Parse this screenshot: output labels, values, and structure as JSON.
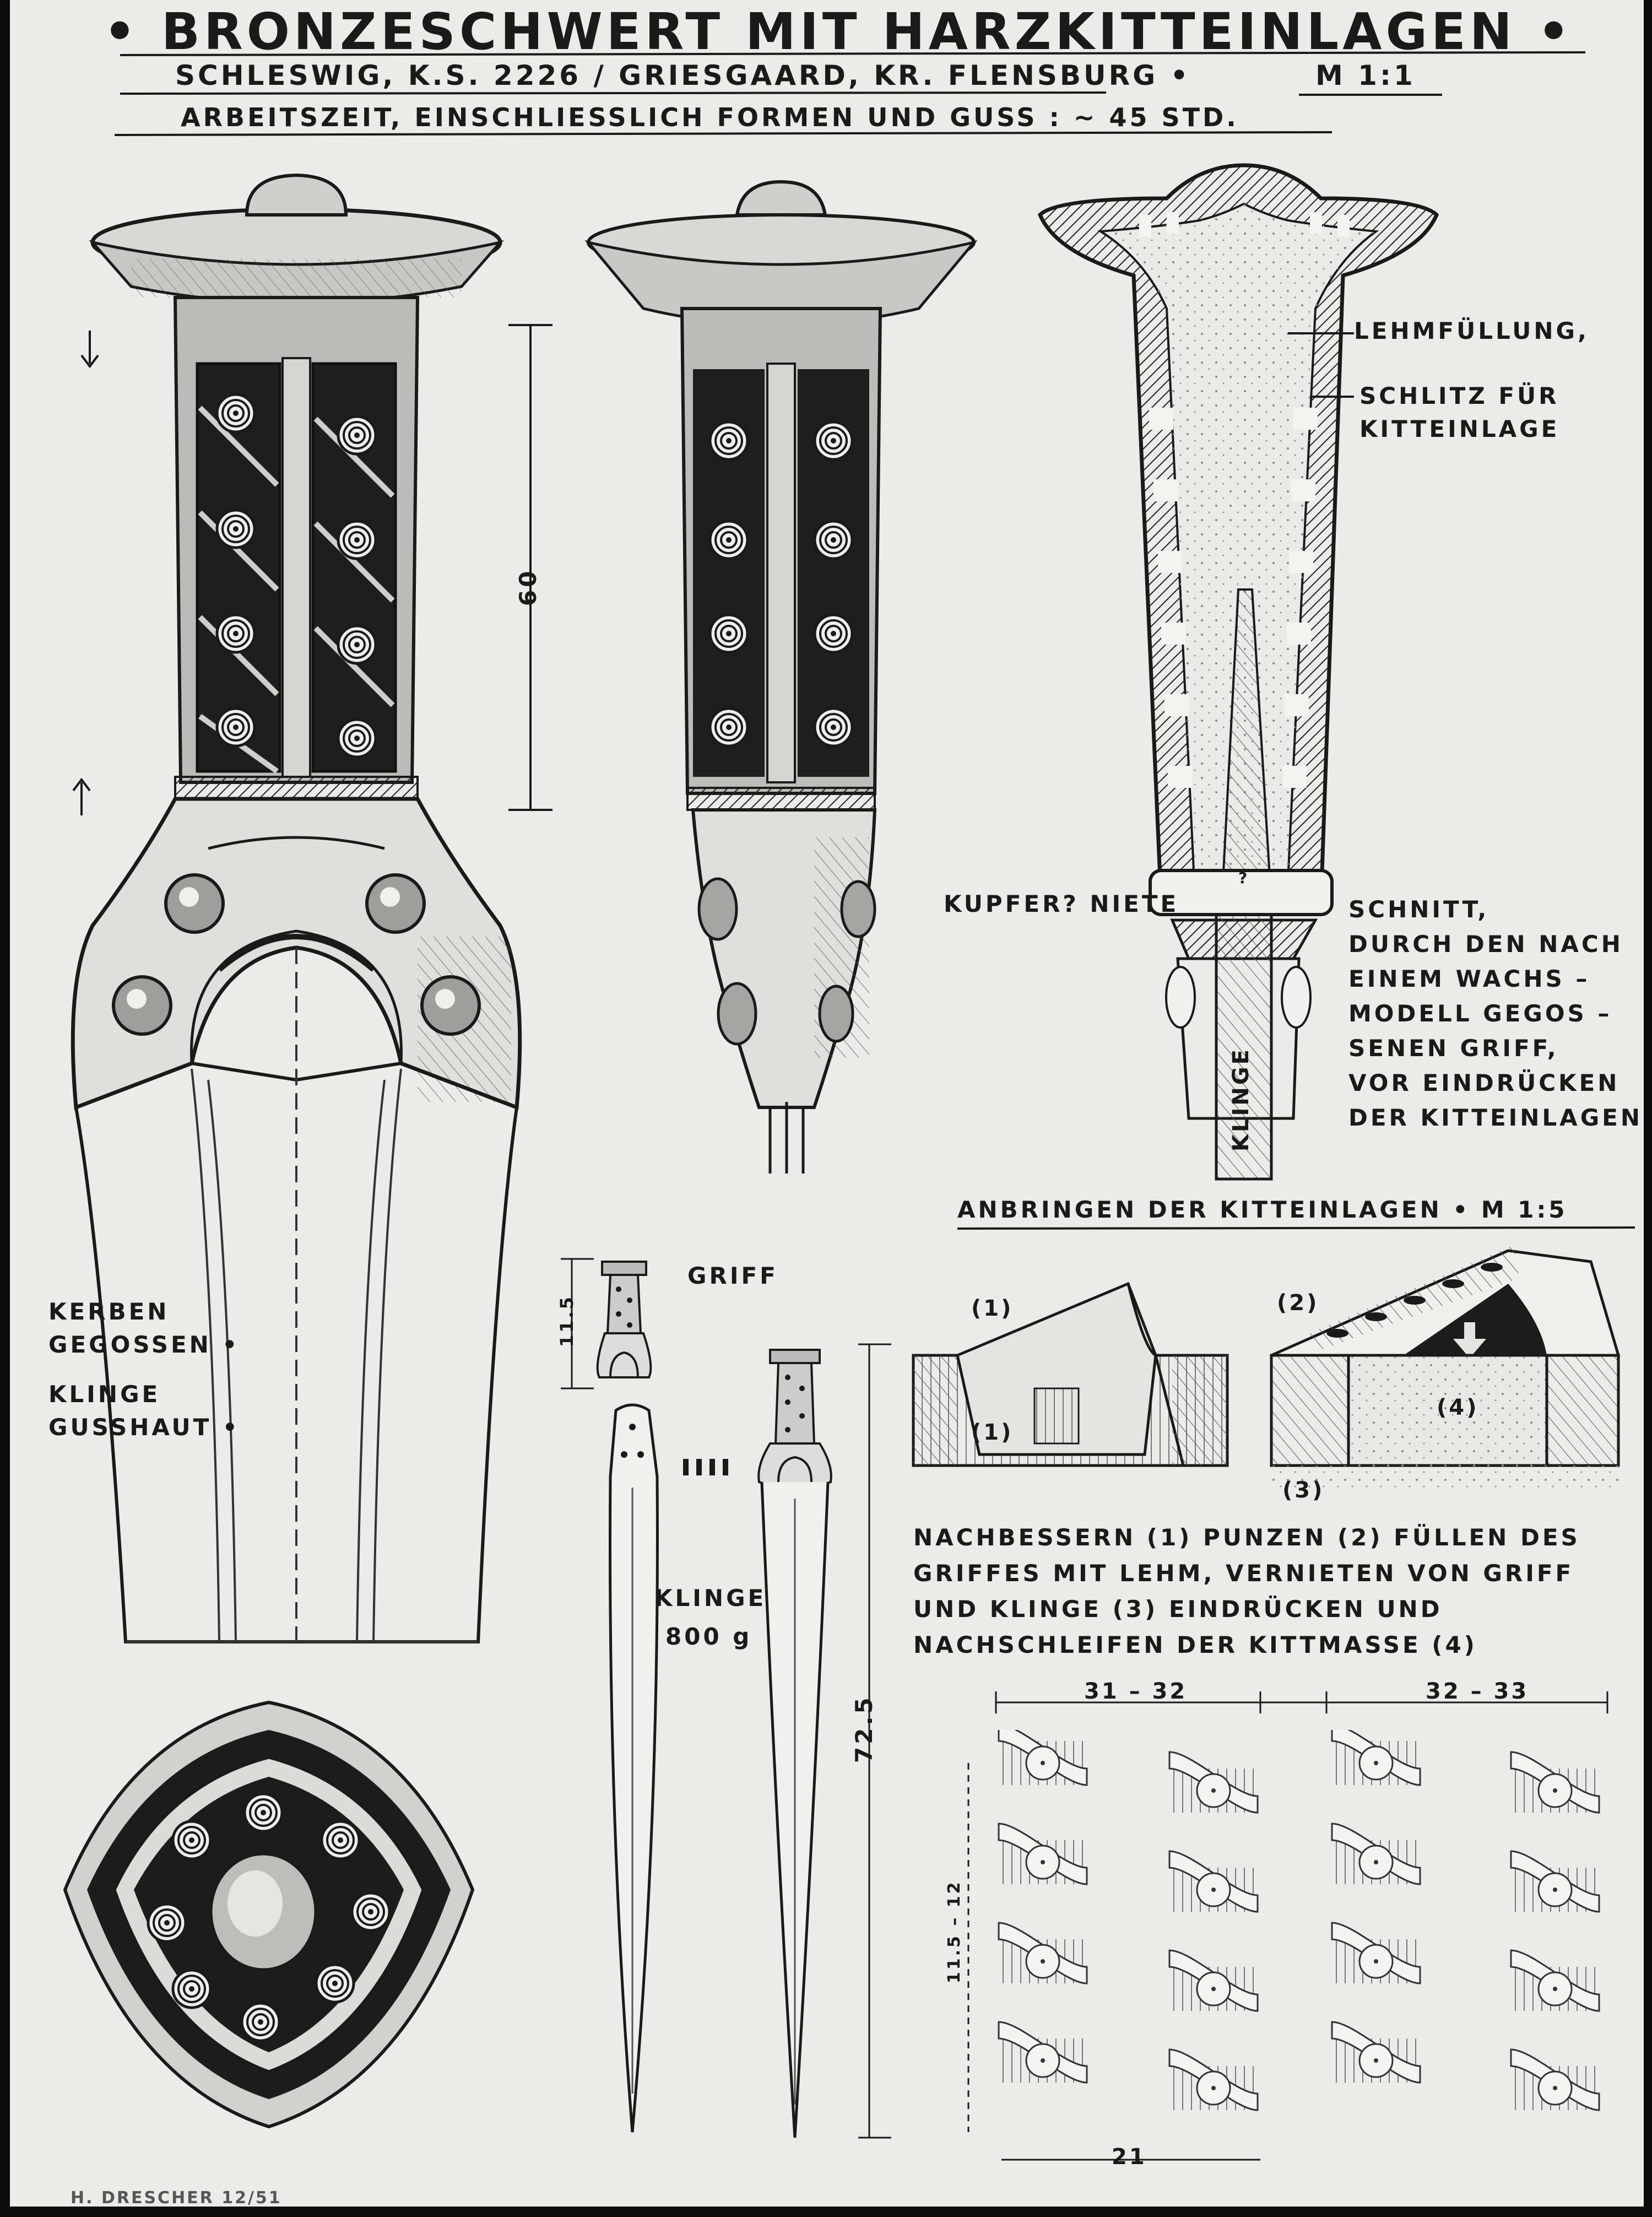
{
  "sheet": {
    "title": "• BRONZESCHWERT MIT HARZKITTEINLAGEN •",
    "subtitle": "SCHLESWIG, K.S. 2226 / GRIESGAARD, KR. FLENSBURG •",
    "scale": "M 1:1",
    "worktime": "ARBEITSZEIT, EINSCHLIESSLICH FORMEN UND GUSS : ~ 45 STD.",
    "credit": "H. DRESCHER 12/51"
  },
  "hilt_view": {
    "dimension": "60",
    "label_kerben": [
      "KERBEN",
      "GEGOSSEN •"
    ],
    "label_klinge": [
      "KLINGE",
      "GUSSHAUT •"
    ]
  },
  "section_view": {
    "label_lehm": "LEHMFÜLLUNG,",
    "label_schlitz": [
      "SCHLITZ FÜR",
      "KITTEINLAGE"
    ],
    "label_niete": "KUPFER? NIETE",
    "label_klinge": "KLINGE",
    "section_question": "?",
    "caption": [
      "SCHNITT,",
      "DURCH DEN NACH",
      "EINEM WACHS –",
      "MODELL GEGOS –",
      "SENEN GRIFF,",
      "VOR EINDRÜCKEN",
      "DER KITTEINLAGEN"
    ]
  },
  "small_views": {
    "griff": "GRIFF",
    "griff_dim": "11.5",
    "klinge": "KLINGE",
    "weight": "800 g",
    "length_dim": "72.5"
  },
  "inlay_steps": {
    "heading": "ANBRINGEN DER KITTEINLAGEN • M 1:5",
    "step1": "(1)",
    "step1b": "(1)",
    "step2": "(2)",
    "step3": "(3)",
    "step4": "(4)",
    "caption": [
      "NACHBESSERN (1) PUNZEN (2) FÜLLEN DES",
      "GRIFFES MIT LEHM, VERNIETEN VON GRIFF",
      "UND KLINGE (3) EINDRÜCKEN UND",
      "NACHSCHLEIFEN DER KITTMASSE (4)"
    ]
  },
  "pattern": {
    "dim_a": "31 – 32",
    "dim_b": "32 – 33",
    "dim_height": "11.5 – 12",
    "dim_width": "21"
  }
}
